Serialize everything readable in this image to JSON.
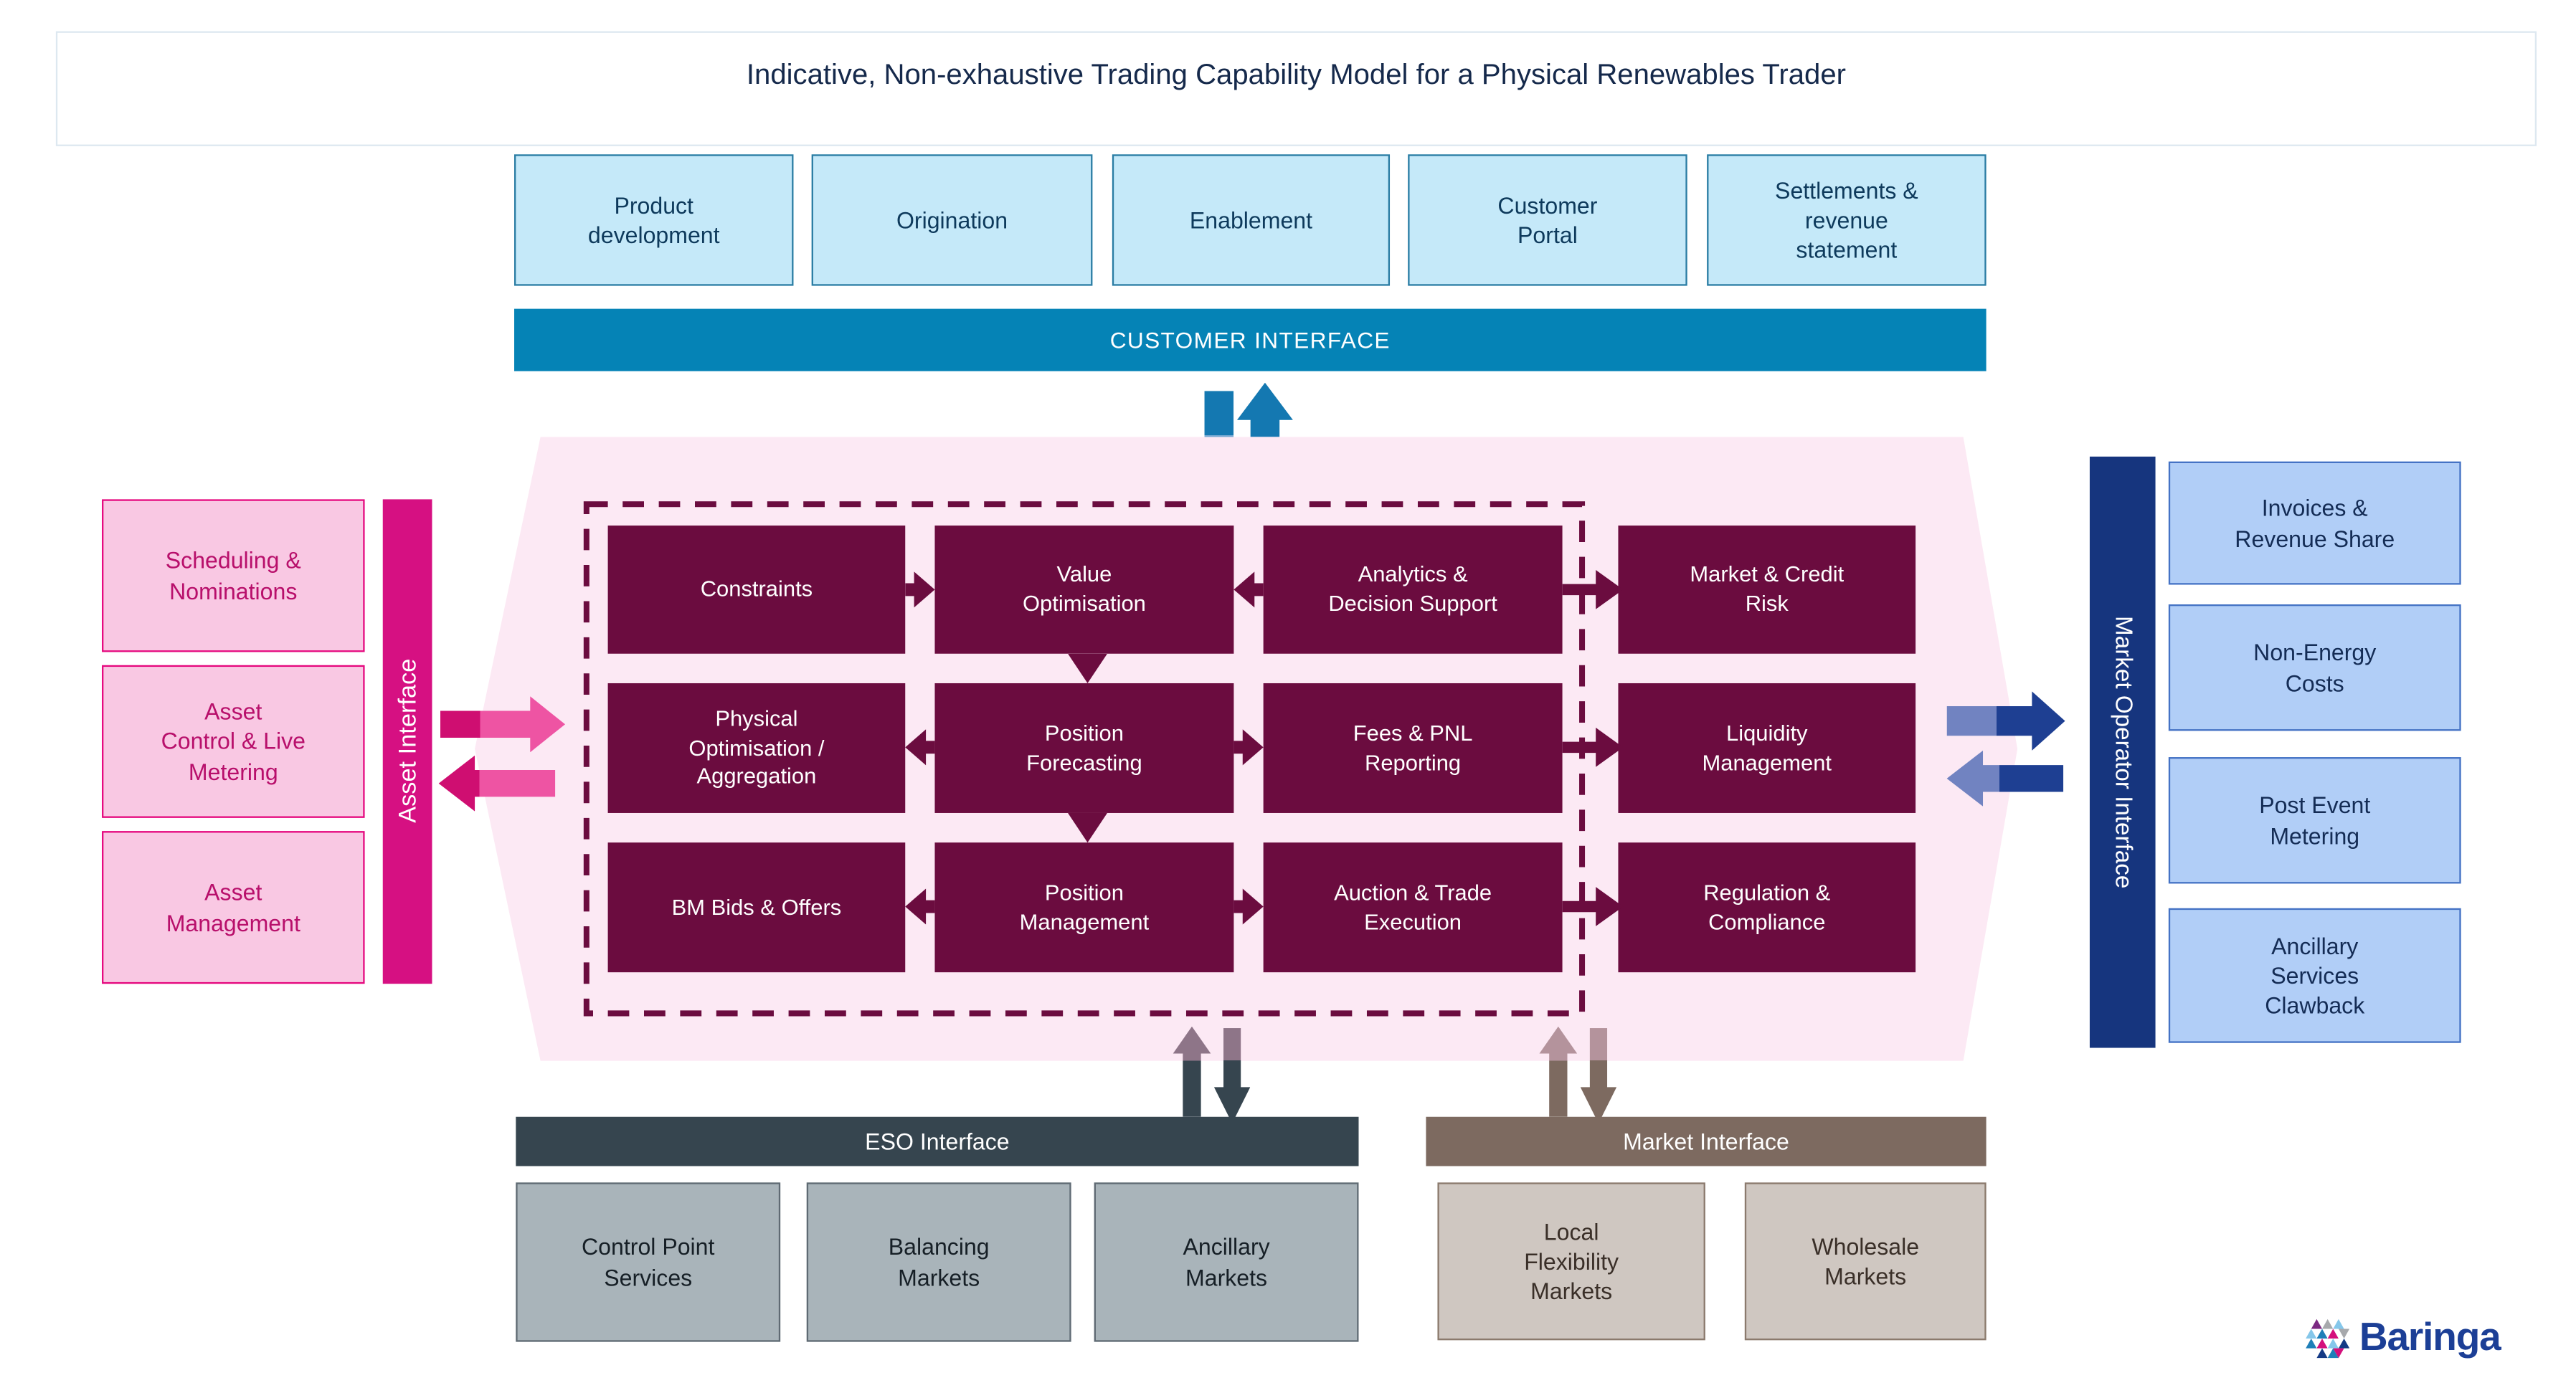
{
  "title": "Indicative, Non-exhaustive Trading Capability Model for a Physical Renewables Trader",
  "customer_layer": {
    "bar_label": "CUSTOMER INTERFACE",
    "boxes": [
      "Product\ndevelopment",
      "Origination",
      "Enablement",
      "Customer\nPortal",
      "Settlements &\nrevenue\nstatement"
    ]
  },
  "asset_layer": {
    "bar_label": "Asset Interface",
    "boxes": [
      "Scheduling &\nNominations",
      "Asset\nControl & Live\nMetering",
      "Asset\nManagement"
    ]
  },
  "market_operator_layer": {
    "bar_label": "Market Operator Interface",
    "boxes": [
      "Invoices &\nRevenue Share",
      "Non-Energy\nCosts",
      "Post Event\nMetering",
      "Ancillary\nServices\nClawback"
    ]
  },
  "eso_layer": {
    "bar_label": "ESO Interface",
    "boxes": [
      "Control Point\nServices",
      "Balancing\nMarkets",
      "Ancillary\nMarkets"
    ]
  },
  "market_layer": {
    "bar_label": "Market Interface",
    "boxes": [
      "Local\nFlexibility\nMarkets",
      "Wholesale\nMarkets"
    ]
  },
  "capability_grid": {
    "rows": [
      {
        "cells": [
          "Constraints",
          "Value\nOptimisation",
          "Analytics &\nDecision Support",
          "Market & Credit\nRisk"
        ]
      },
      {
        "cells": [
          "Physical\nOptimisation /\nAggregation",
          "Position\nForecasting",
          "Fees & PNL\nReporting",
          "Liquidity\nManagement"
        ]
      },
      {
        "cells": [
          "BM Bids & Offers",
          "Position\nManagement",
          "Auction & Trade\nExecution",
          "Regulation &\nCompliance"
        ]
      }
    ]
  },
  "logo": {
    "label": "Baringa",
    "icon": "baringa-pinwheel-icon"
  },
  "colors": {
    "maroon": "#6b0c3f",
    "pink_background": "#fce9f4",
    "pink_box_fill": "#f9c8e3",
    "pink_box_border": "#e5087e",
    "asset_bar": "#d61082",
    "pink_arrow_dark": "#cf0e71",
    "pink_arrow_light": "#ee54a3",
    "customer_box_fill": "#c5e9f9",
    "customer_box_border": "#2a7ca3",
    "customer_bar": "#0583b6",
    "customer_arrow_dark": "#1478b1",
    "customer_arrow_light": "#74a8d2",
    "market_operator_bar": "#16357e",
    "market_operator_box_fill": "#b1cef7",
    "market_operator_box_border": "#4472c4",
    "blue_arrow_dark": "#1e3f92",
    "blue_arrow_light": "#7183c1",
    "eso_bar": "#36454f",
    "eso_box_fill": "#a9b4ba",
    "eso_arrow_light": "#8e7588",
    "market_bar": "#7d6a60",
    "market_box_fill": "#cfc7c1",
    "market_arrow_light": "#b4939c",
    "title_text": "#15294b",
    "logo_blue": "#1c3f96"
  }
}
